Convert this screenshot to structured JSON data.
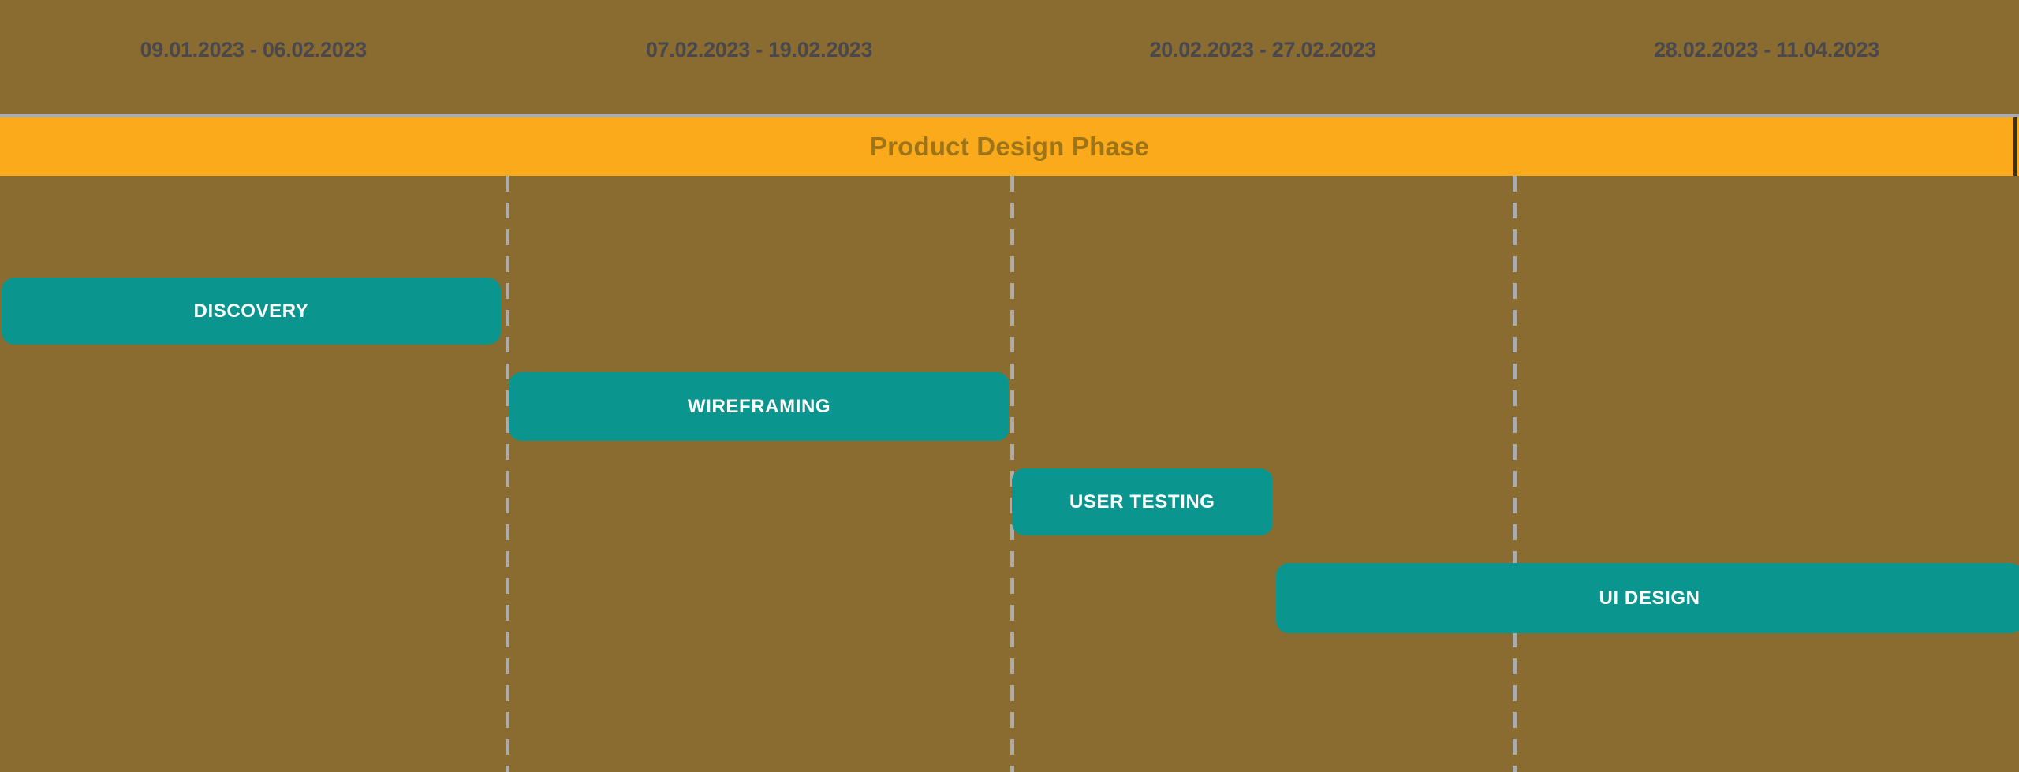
{
  "colors": {
    "background": "#8A6C30",
    "phase_bar": "#FBAA1B",
    "phase_text": "#9E7418",
    "phase_right_edge": "#3A3018",
    "task_bar": "#0A968F",
    "task_text": "#FFFFFF",
    "date_text": "#48484E",
    "grid_line": "#ABABAB"
  },
  "chart_data": {
    "type": "bar",
    "subtype": "gantt-timeline",
    "title": "Product Design Phase",
    "legend_position": "none",
    "grid": "dashed-vertical-column-separators",
    "columns": [
      {
        "label": "09.01.2023 - 06.02.2023"
      },
      {
        "label": "07.02.2023 - 19.02.2023"
      },
      {
        "label": "20.02.2023 - 27.02.2023"
      },
      {
        "label": "28.02.2023 - 11.04.2023"
      }
    ],
    "column_boundaries_pct": [
      0,
      25.1,
      50.1,
      75.0,
      100
    ],
    "tasks": [
      {
        "label": "DISCOVERY",
        "row": 0,
        "start_pct": 0.08,
        "end_pct": 24.8,
        "column_range": "09.01.2023 - 06.02.2023"
      },
      {
        "label": "WIREFRAMING",
        "row": 1,
        "start_pct": 25.2,
        "end_pct": 50.0,
        "column_range": "07.02.2023 - 19.02.2023"
      },
      {
        "label": "USER TESTING",
        "row": 2,
        "start_pct": 50.1,
        "end_pct": 63.05,
        "column_range": "20.02.2023 - 27.02.2023 (first half)"
      },
      {
        "label": "UI DESIGN",
        "row": 3,
        "start_pct": 63.2,
        "end_pct": 100.2,
        "column_range": "late 20.02-27.02 through 28.02.2023 - 11.04.2023"
      }
    ]
  }
}
